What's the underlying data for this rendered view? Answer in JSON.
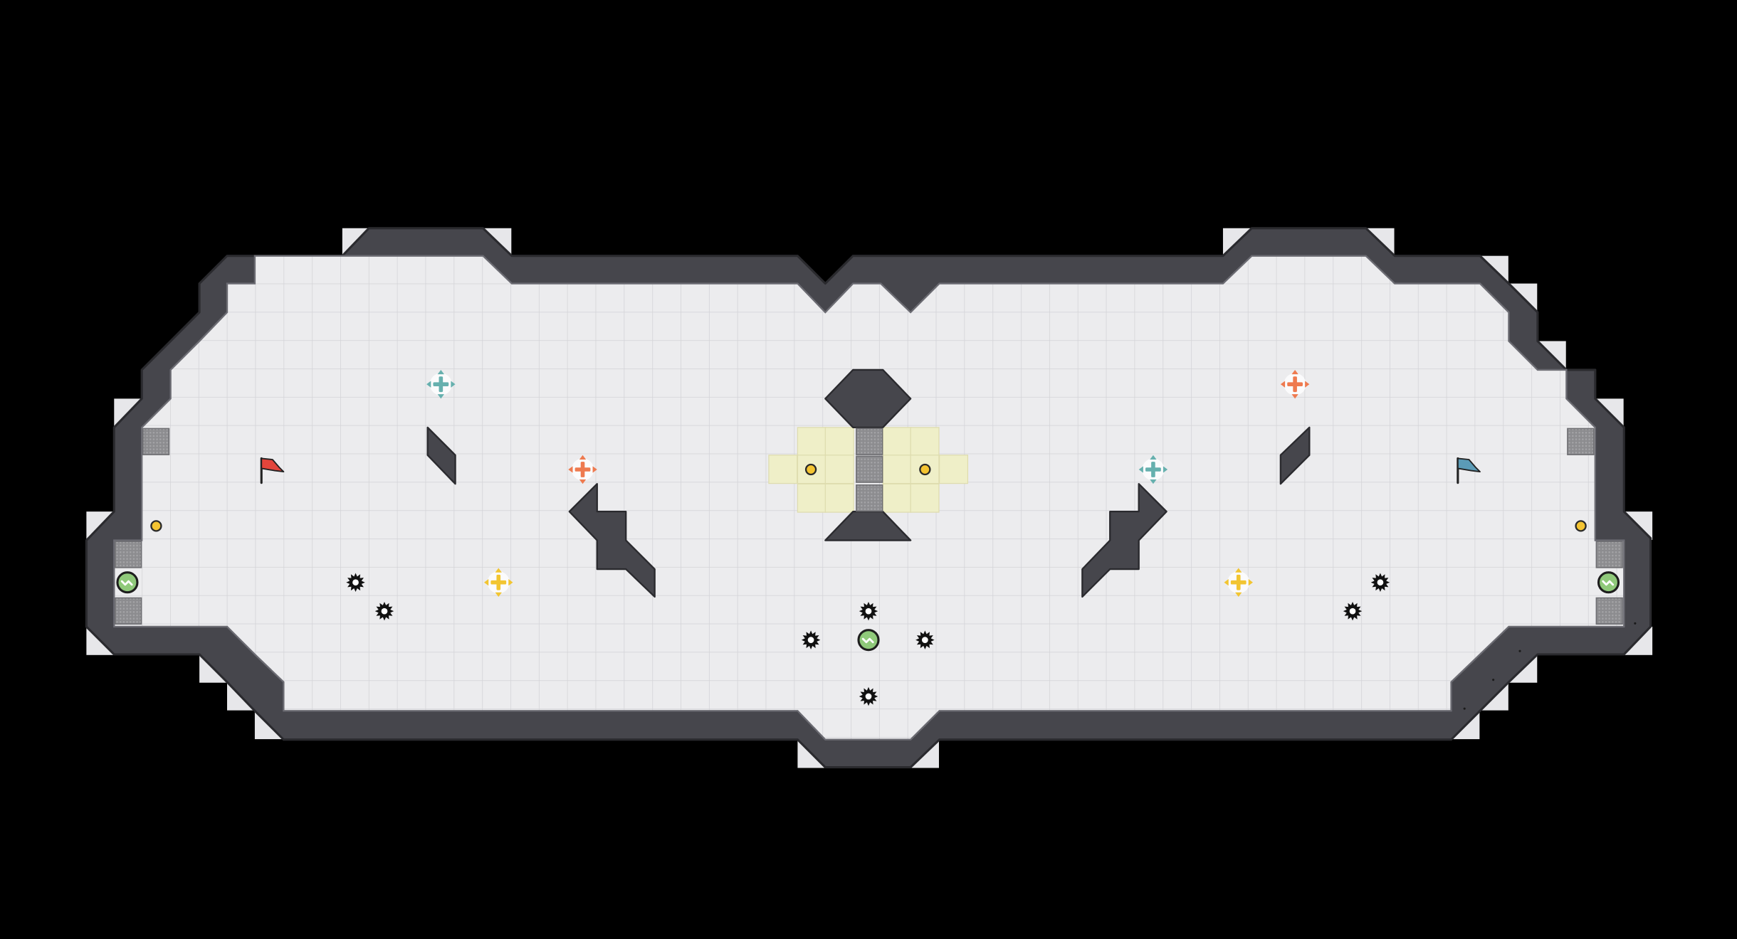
{
  "colors": {
    "background": "#000000",
    "floor": "#ececee",
    "grid": "#d3d3d7",
    "wall": "#46464c",
    "wall_edge": "#2a2a2e",
    "wall_highlight": "#6b6b72",
    "corner_tile": "#e7e7ea",
    "highlight_zone": "#efefc8",
    "crate": "#8c8c8f",
    "red_team": "#e2453b",
    "blue_team": "#5b9bb6",
    "orange_boost": "#ee7a4f",
    "teal_boost": "#66b0ae",
    "yellow_boost": "#f2c531",
    "coin": "#f4c432",
    "spike": "#111111",
    "portal": "#8fc97a"
  },
  "items": {
    "flags": [
      {
        "team": "red",
        "icon": "flag-icon"
      },
      {
        "team": "blue",
        "icon": "flag-icon"
      }
    ],
    "boosts": [
      {
        "kind": "teal",
        "icon": "boost-cross-icon"
      },
      {
        "kind": "orange",
        "icon": "boost-cross-icon"
      },
      {
        "kind": "yellow",
        "icon": "boost-cross-icon"
      },
      {
        "kind": "orange",
        "icon": "boost-cross-icon"
      },
      {
        "kind": "teal",
        "icon": "boost-cross-icon"
      },
      {
        "kind": "yellow",
        "icon": "boost-cross-icon"
      }
    ],
    "coin_count": 4,
    "spike_count": 8,
    "portal_count": 3,
    "crate_count": 9
  }
}
